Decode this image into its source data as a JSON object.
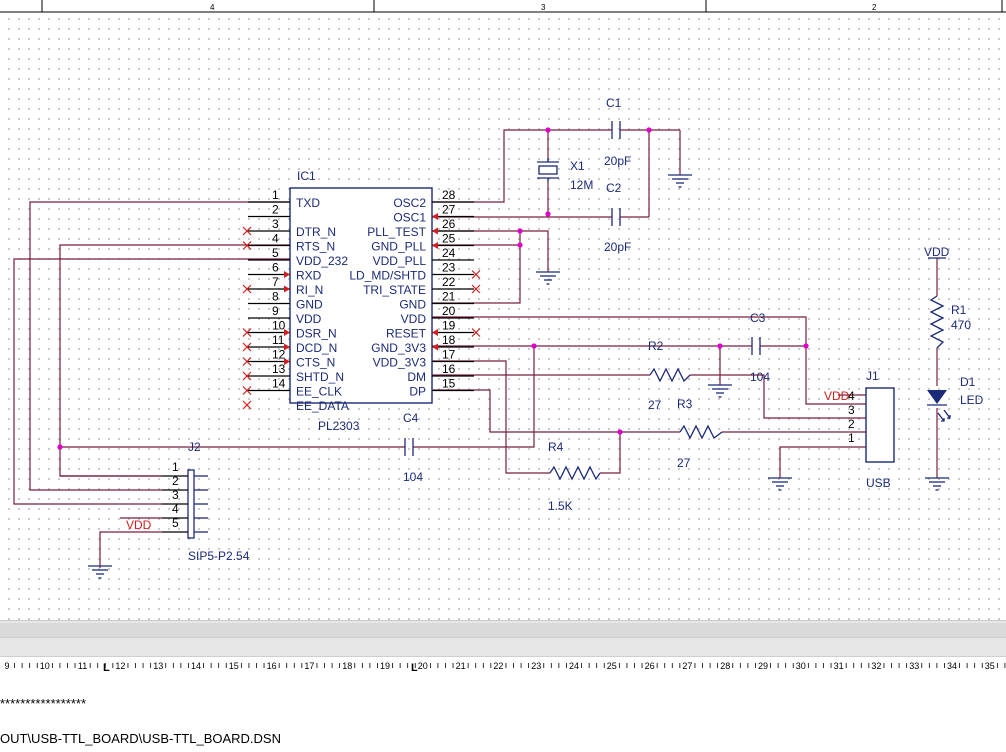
{
  "frame": {
    "zone_labels": [
      "4",
      "3",
      "2"
    ]
  },
  "parts": {
    "ic1": {
      "ref": "IC1",
      "value": "PL2303",
      "left_pins": [
        {
          "num": "1",
          "name": "TXD"
        },
        {
          "num": "2",
          "name": ""
        },
        {
          "num": "3",
          "name": "DTR_N"
        },
        {
          "num": "4",
          "name": "RTS_N"
        },
        {
          "num": "5",
          "name": "VDD_232"
        },
        {
          "num": "6",
          "name": "RXD"
        },
        {
          "num": "7",
          "name": "RI_N"
        },
        {
          "num": "8",
          "name": "GND"
        },
        {
          "num": "9",
          "name": "VDD"
        },
        {
          "num": "10",
          "name": "DSR_N"
        },
        {
          "num": "11",
          "name": "DCD_N"
        },
        {
          "num": "12",
          "name": "CTS_N"
        },
        {
          "num": "13",
          "name": "SHTD_N"
        },
        {
          "num": "14",
          "name": "EE_CLK"
        },
        {
          "num": "",
          "name": "EE_DATA"
        }
      ],
      "right_pins": [
        {
          "num": "28",
          "name": "OSC2"
        },
        {
          "num": "27",
          "name": "OSC1"
        },
        {
          "num": "26",
          "name": "PLL_TEST"
        },
        {
          "num": "25",
          "name": "GND_PLL"
        },
        {
          "num": "24",
          "name": "VDD_PLL"
        },
        {
          "num": "23",
          "name": "LD_MD/SHTD"
        },
        {
          "num": "22",
          "name": "TRI_STATE"
        },
        {
          "num": "21",
          "name": "GND"
        },
        {
          "num": "20",
          "name": "VDD"
        },
        {
          "num": "19",
          "name": "RESET"
        },
        {
          "num": "18",
          "name": "GND_3V3"
        },
        {
          "num": "17",
          "name": "VDD_3V3"
        },
        {
          "num": "16",
          "name": "DM"
        },
        {
          "num": "15",
          "name": "DP"
        }
      ]
    },
    "c1": {
      "ref": "C1",
      "value": "20pF"
    },
    "c2": {
      "ref": "C2",
      "value": "20pF"
    },
    "x1": {
      "ref": "X1",
      "value": "12M"
    },
    "c3": {
      "ref": "C3",
      "value": "104"
    },
    "c4": {
      "ref": "C4",
      "value": "104"
    },
    "r1": {
      "ref": "R1",
      "value": "470"
    },
    "r2": {
      "ref": "R2",
      "value": "27"
    },
    "r3": {
      "ref": "R3",
      "value": "27"
    },
    "r4": {
      "ref": "R4",
      "value": "1.5K"
    },
    "d1": {
      "ref": "D1",
      "value": "LED"
    },
    "j1": {
      "ref": "J1",
      "value": "USB",
      "pins": [
        "4",
        "3",
        "2",
        "1"
      ],
      "net_label": "VDD"
    },
    "j2": {
      "ref": "J2",
      "value": "SIP5-P2.54",
      "pins": [
        "1",
        "2",
        "3",
        "4",
        "5"
      ],
      "net_label": "VDD"
    },
    "vdd_top": "VDD"
  },
  "ruler": {
    "ticks": [
      "9",
      "10",
      "11",
      "12",
      "13",
      "14",
      "15",
      "16",
      "17",
      "18",
      "19",
      "20",
      "21",
      "22",
      "23",
      "24",
      "25",
      "26",
      "27",
      "28",
      "29",
      "30",
      "31",
      "32",
      "33",
      "34",
      "35"
    ],
    "markers": [
      "L",
      "L"
    ]
  },
  "output": {
    "line1": "*****************",
    "line2": "OUT\\USB-TTL_BOARD\\USB-TTL_BOARD.DSN"
  },
  "colors": {
    "wire": "#7a1e3c",
    "component": "#1c2a7a",
    "junction": "#e000c8",
    "label_red": "#d41e1e",
    "net_label": "#d41e1e"
  }
}
